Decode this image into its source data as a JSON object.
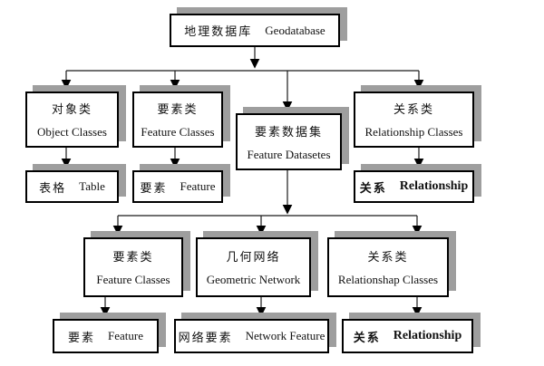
{
  "diagram": {
    "title": "Geodatabase structure diagram",
    "colors": {
      "box_border": "#000000",
      "box_fill": "#ffffff",
      "shadow": "#9e9e9e",
      "line": "#1a1a1a",
      "background": "#ffffff"
    },
    "nodes": {
      "geodatabase": {
        "zh": "地理数据库",
        "en": "Geodatabase"
      },
      "object_classes": {
        "zh": "对象类",
        "en": "Object Classes"
      },
      "feature_classes_top": {
        "zh": "要素类",
        "en": "Feature Classes"
      },
      "feature_datasets": {
        "zh": "要素数据集",
        "en": "Feature Datasetes"
      },
      "relationship_classes_top": {
        "zh": "关系类",
        "en": "Relationship Classes"
      },
      "table": {
        "zh": "表格",
        "en": "Table"
      },
      "feature_top": {
        "zh": "要素",
        "en": "Feature"
      },
      "relationship_top": {
        "zh": "关系",
        "en": "Relationship"
      },
      "feature_classes_sub": {
        "zh": "要素类",
        "en": "Feature Classes"
      },
      "geometric_network": {
        "zh": "几何网络",
        "en": "Geometric Network"
      },
      "relationship_classes_sub": {
        "zh": "关系类",
        "en": "Relationshap Classes"
      },
      "feature_sub": {
        "zh": "要素",
        "en": "Feature"
      },
      "network_feature": {
        "zh": "网络要素",
        "en": "Network Feature"
      },
      "relationship_sub": {
        "zh": "关系",
        "en": "Relationship"
      }
    }
  }
}
